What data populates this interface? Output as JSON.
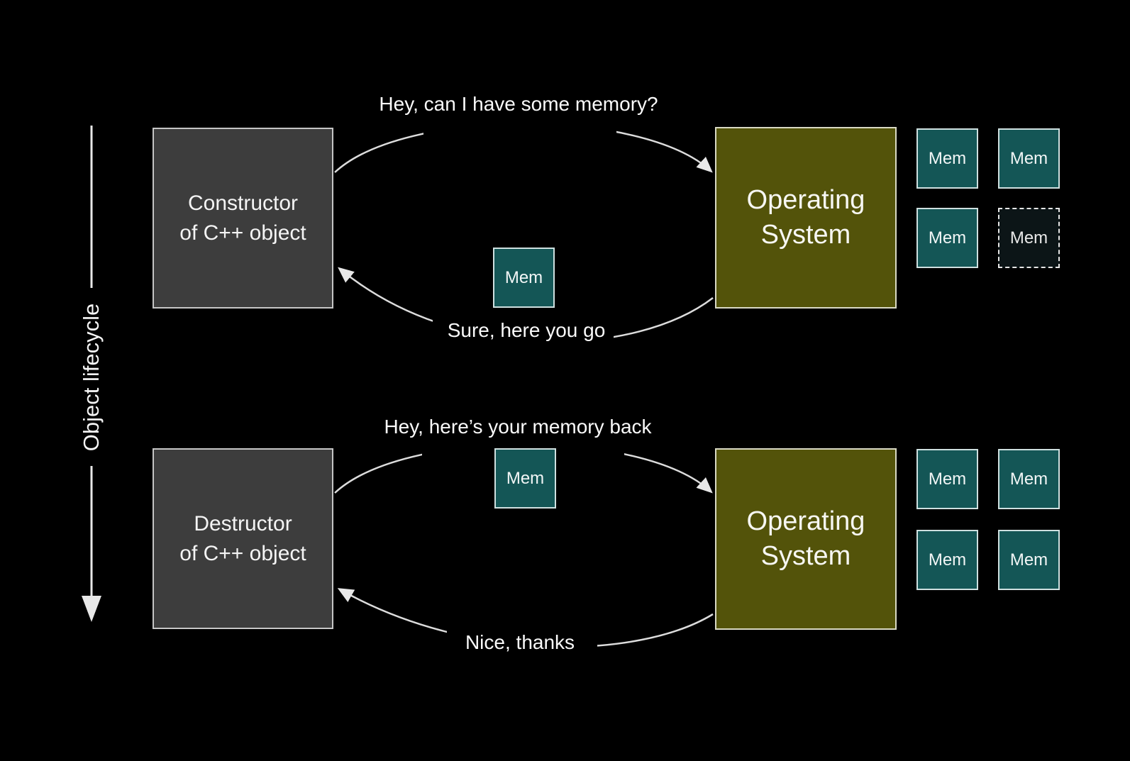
{
  "diagram": {
    "kind": "memory-allocation-lifecycle",
    "lifecycle_axis": {
      "label": "Object lifecycle",
      "direction": "down"
    },
    "colors": {
      "background": "#000000",
      "actor_box": "#3d3d3d",
      "os_box": "#53530a",
      "mem_box": "#145656",
      "mem_free_slot": "#0c1517",
      "line": "#dcdcdc",
      "text": "#f5f5f5"
    },
    "sections": {
      "allocation": {
        "actor": {
          "line1": "Constructor",
          "line2": "of C++ object"
        },
        "os": {
          "line1": "Operating",
          "line2": "System"
        },
        "request_msg": "Hey, can I have some memory?",
        "response_msg": "Sure, here you go",
        "transfer_chip": {
          "label": "Mem"
        },
        "mem_slots": [
          {
            "label": "Mem",
            "style": "solid"
          },
          {
            "label": "Mem",
            "style": "solid"
          },
          {
            "label": "Mem",
            "style": "solid"
          },
          {
            "label": "Mem",
            "style": "dashed"
          }
        ]
      },
      "deallocation": {
        "actor": {
          "line1": "Destructor",
          "line2": "of C++ object"
        },
        "os": {
          "line1": "Operating",
          "line2": "System"
        },
        "request_msg": "Hey, here’s your memory back",
        "response_msg": "Nice, thanks",
        "transfer_chip": {
          "label": "Mem"
        },
        "mem_slots": [
          {
            "label": "Mem",
            "style": "solid"
          },
          {
            "label": "Mem",
            "style": "solid"
          },
          {
            "label": "Mem",
            "style": "solid"
          },
          {
            "label": "Mem",
            "style": "solid"
          }
        ]
      }
    }
  }
}
